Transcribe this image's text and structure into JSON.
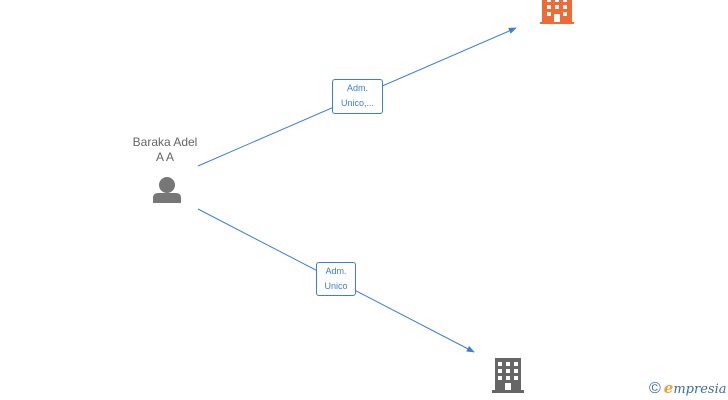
{
  "person": {
    "name_line1": "Baraka Adel",
    "name_line2": "A A"
  },
  "edges": [
    {
      "label_line1": "Adm.",
      "label_line2": "Unico,..."
    },
    {
      "label_line1": "Adm.",
      "label_line2": "Unico"
    }
  ],
  "companies": [
    {
      "icon": "building-icon",
      "color": "#f06a35"
    },
    {
      "icon": "building-icon",
      "color": "#666666"
    }
  ],
  "colors": {
    "edge": "#3c7fd3",
    "person_icon": "#777777"
  },
  "watermark": {
    "copyright": "©",
    "brand_initial": "e",
    "brand_rest": "mpresia"
  }
}
